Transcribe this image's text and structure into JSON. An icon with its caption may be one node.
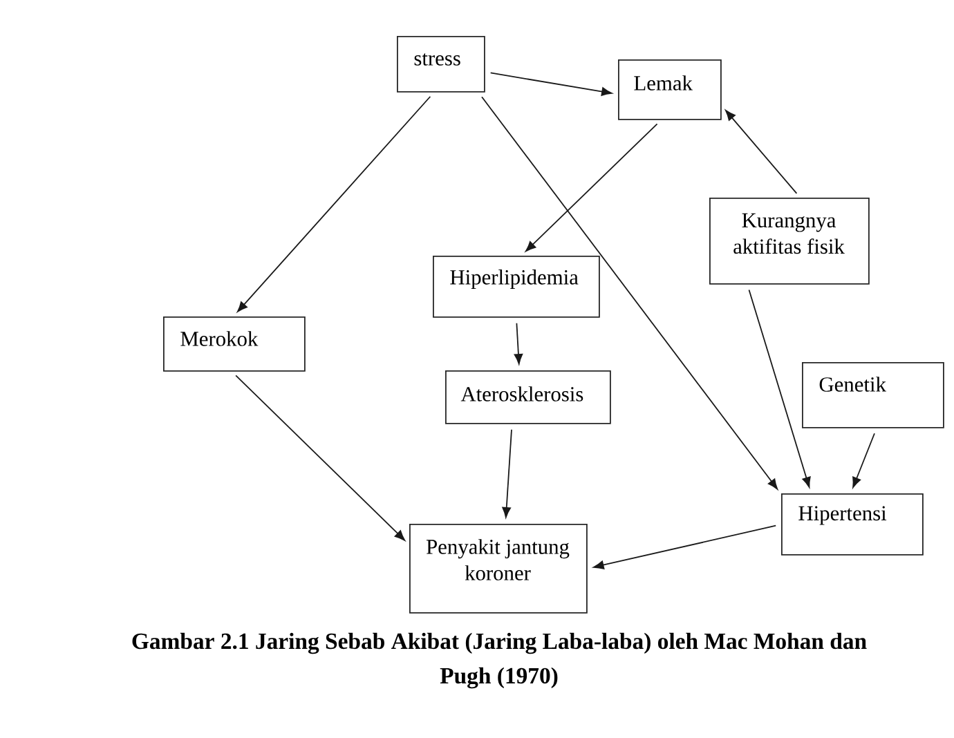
{
  "diagram": {
    "caption": "Gambar 2.1 Jaring Sebab Akibat (Jaring Laba-laba) oleh Mac Mohan dan Pugh (1970)",
    "nodes": [
      {
        "text": [
          "stress"
        ]
      },
      {
        "text": [
          "Lemak"
        ]
      },
      {
        "text": [
          "Kurangnya aktifitas fisik"
        ]
      },
      {
        "text": [
          "Hiperlipidemia"
        ]
      },
      {
        "text": [
          "Merokok"
        ]
      },
      {
        "text": [
          "Aterosklerosis"
        ]
      },
      {
        "text": [
          "Genetik"
        ]
      },
      {
        "text": [
          "Hipertensi"
        ]
      },
      {
        "text": [
          "Penyakit jantung koroner"
        ]
      }
    ],
    "edges": [
      {
        "from": 0,
        "to": 1,
        "arrow": "to"
      },
      {
        "from": 0,
        "to": 4,
        "arrow": "to"
      },
      {
        "from": 0,
        "to": 7,
        "arrow": "to"
      },
      {
        "from": 1,
        "to": 3,
        "arrow": "to"
      },
      {
        "from": 2,
        "to": 1,
        "arrow": "to"
      },
      {
        "from": 2,
        "to": 7,
        "arrow": "to"
      },
      {
        "from": 6,
        "to": 7,
        "arrow": "to"
      },
      {
        "from": 3,
        "to": 5,
        "arrow": "to"
      },
      {
        "from": 5,
        "to": 8,
        "arrow": "to"
      },
      {
        "from": 4,
        "to": 8,
        "arrow": "to"
      },
      {
        "from": 7,
        "to": 8,
        "arrow": "to"
      }
    ]
  }
}
